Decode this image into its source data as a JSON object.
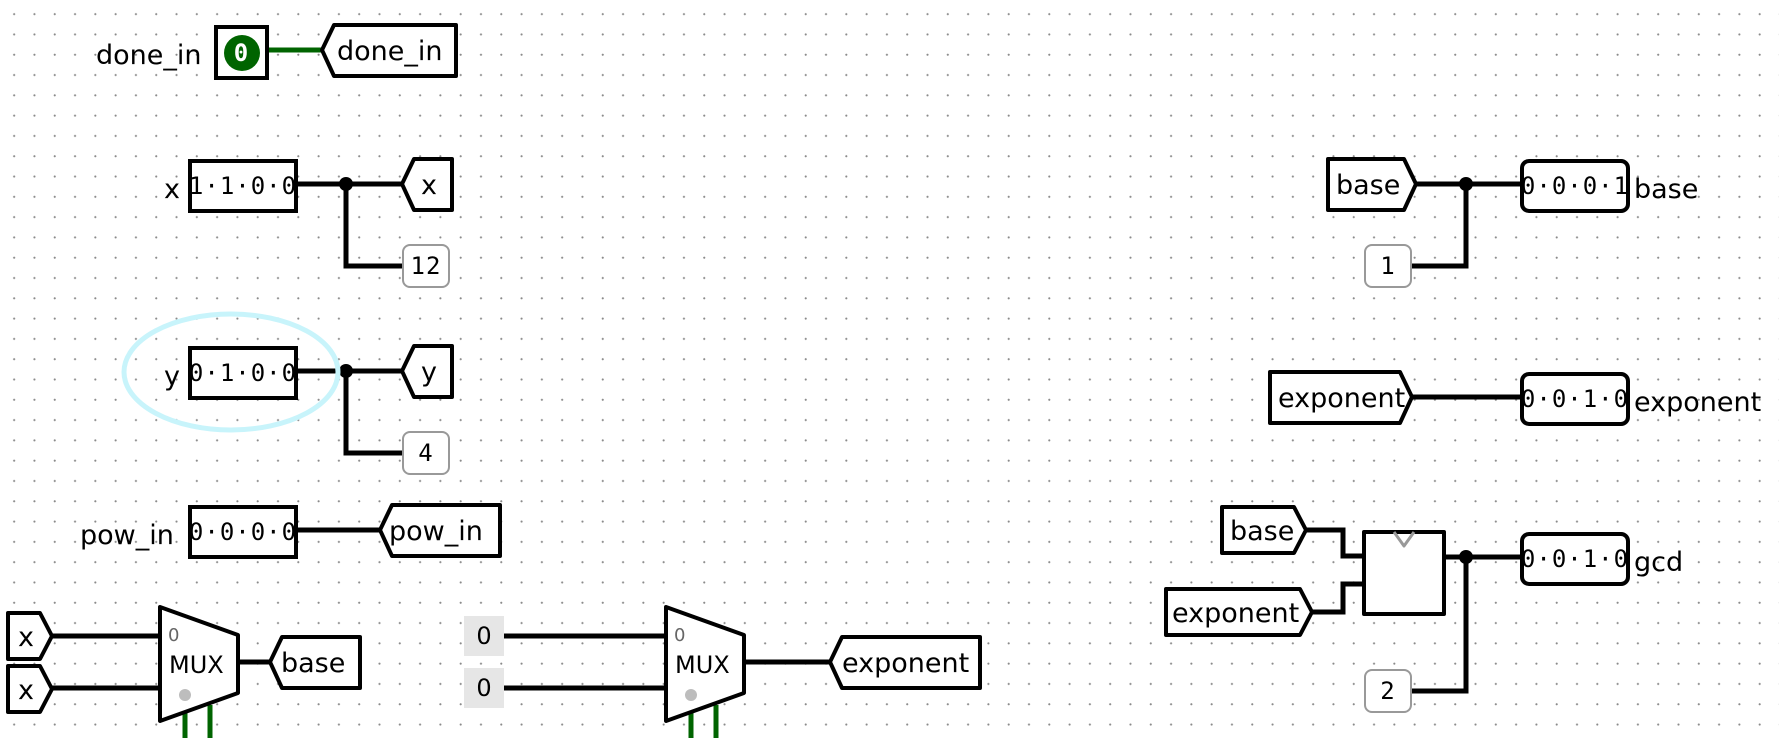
{
  "inputs": {
    "done_in": {
      "label": "done_in",
      "value": "0",
      "tunnel": "done_in"
    },
    "x": {
      "label": "x",
      "value": "1·1·0·0",
      "tunnel": "x",
      "probe": "12"
    },
    "y": {
      "label": "y",
      "value": "0·1·0·0",
      "tunnel": "y",
      "probe": "4"
    },
    "pow_in": {
      "label": "pow_in",
      "value": "0·0·0·0",
      "tunnel": "pow_in"
    }
  },
  "mux1": {
    "label": "MUX",
    "select_zero": "0",
    "in1": "x",
    "in2": "x",
    "out_tunnel": "base"
  },
  "mux2": {
    "label": "MUX",
    "select_zero": "0",
    "const1": "0",
    "const2": "0",
    "out_tunnel": "exponent"
  },
  "outputs": {
    "base": {
      "tunnel": "base",
      "value": "0·0·0·1",
      "label": "base",
      "probe": "1"
    },
    "exponent": {
      "tunnel": "exponent",
      "value": "0·0·1·0",
      "label": "exponent"
    },
    "gcd": {
      "in1": "base",
      "in2": "exponent",
      "value": "0·0·1·0",
      "label": "gcd",
      "probe": "2"
    }
  },
  "colors": {
    "wire": "#000000",
    "wire_active": "#006400",
    "highlight": "#c8f4fb",
    "led": "#006400"
  }
}
